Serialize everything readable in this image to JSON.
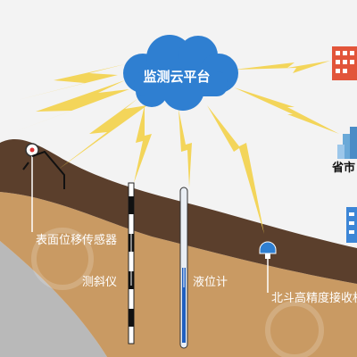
{
  "cloud": {
    "title": "监测云平台"
  },
  "sensors": {
    "surface": "表面位移传感器",
    "inclinometer": "测斜仪",
    "piezometer": "液位计",
    "beidou": "北斗高精度接收机"
  },
  "clients": {
    "province": "省市"
  },
  "colors": {
    "sky": "#f3f3f3",
    "cloud": "#2f7fd1",
    "lightning": "#f4d24a",
    "soil": "#5b3f2c",
    "sand": "#c99a63",
    "rock": "#b9b9b9"
  }
}
